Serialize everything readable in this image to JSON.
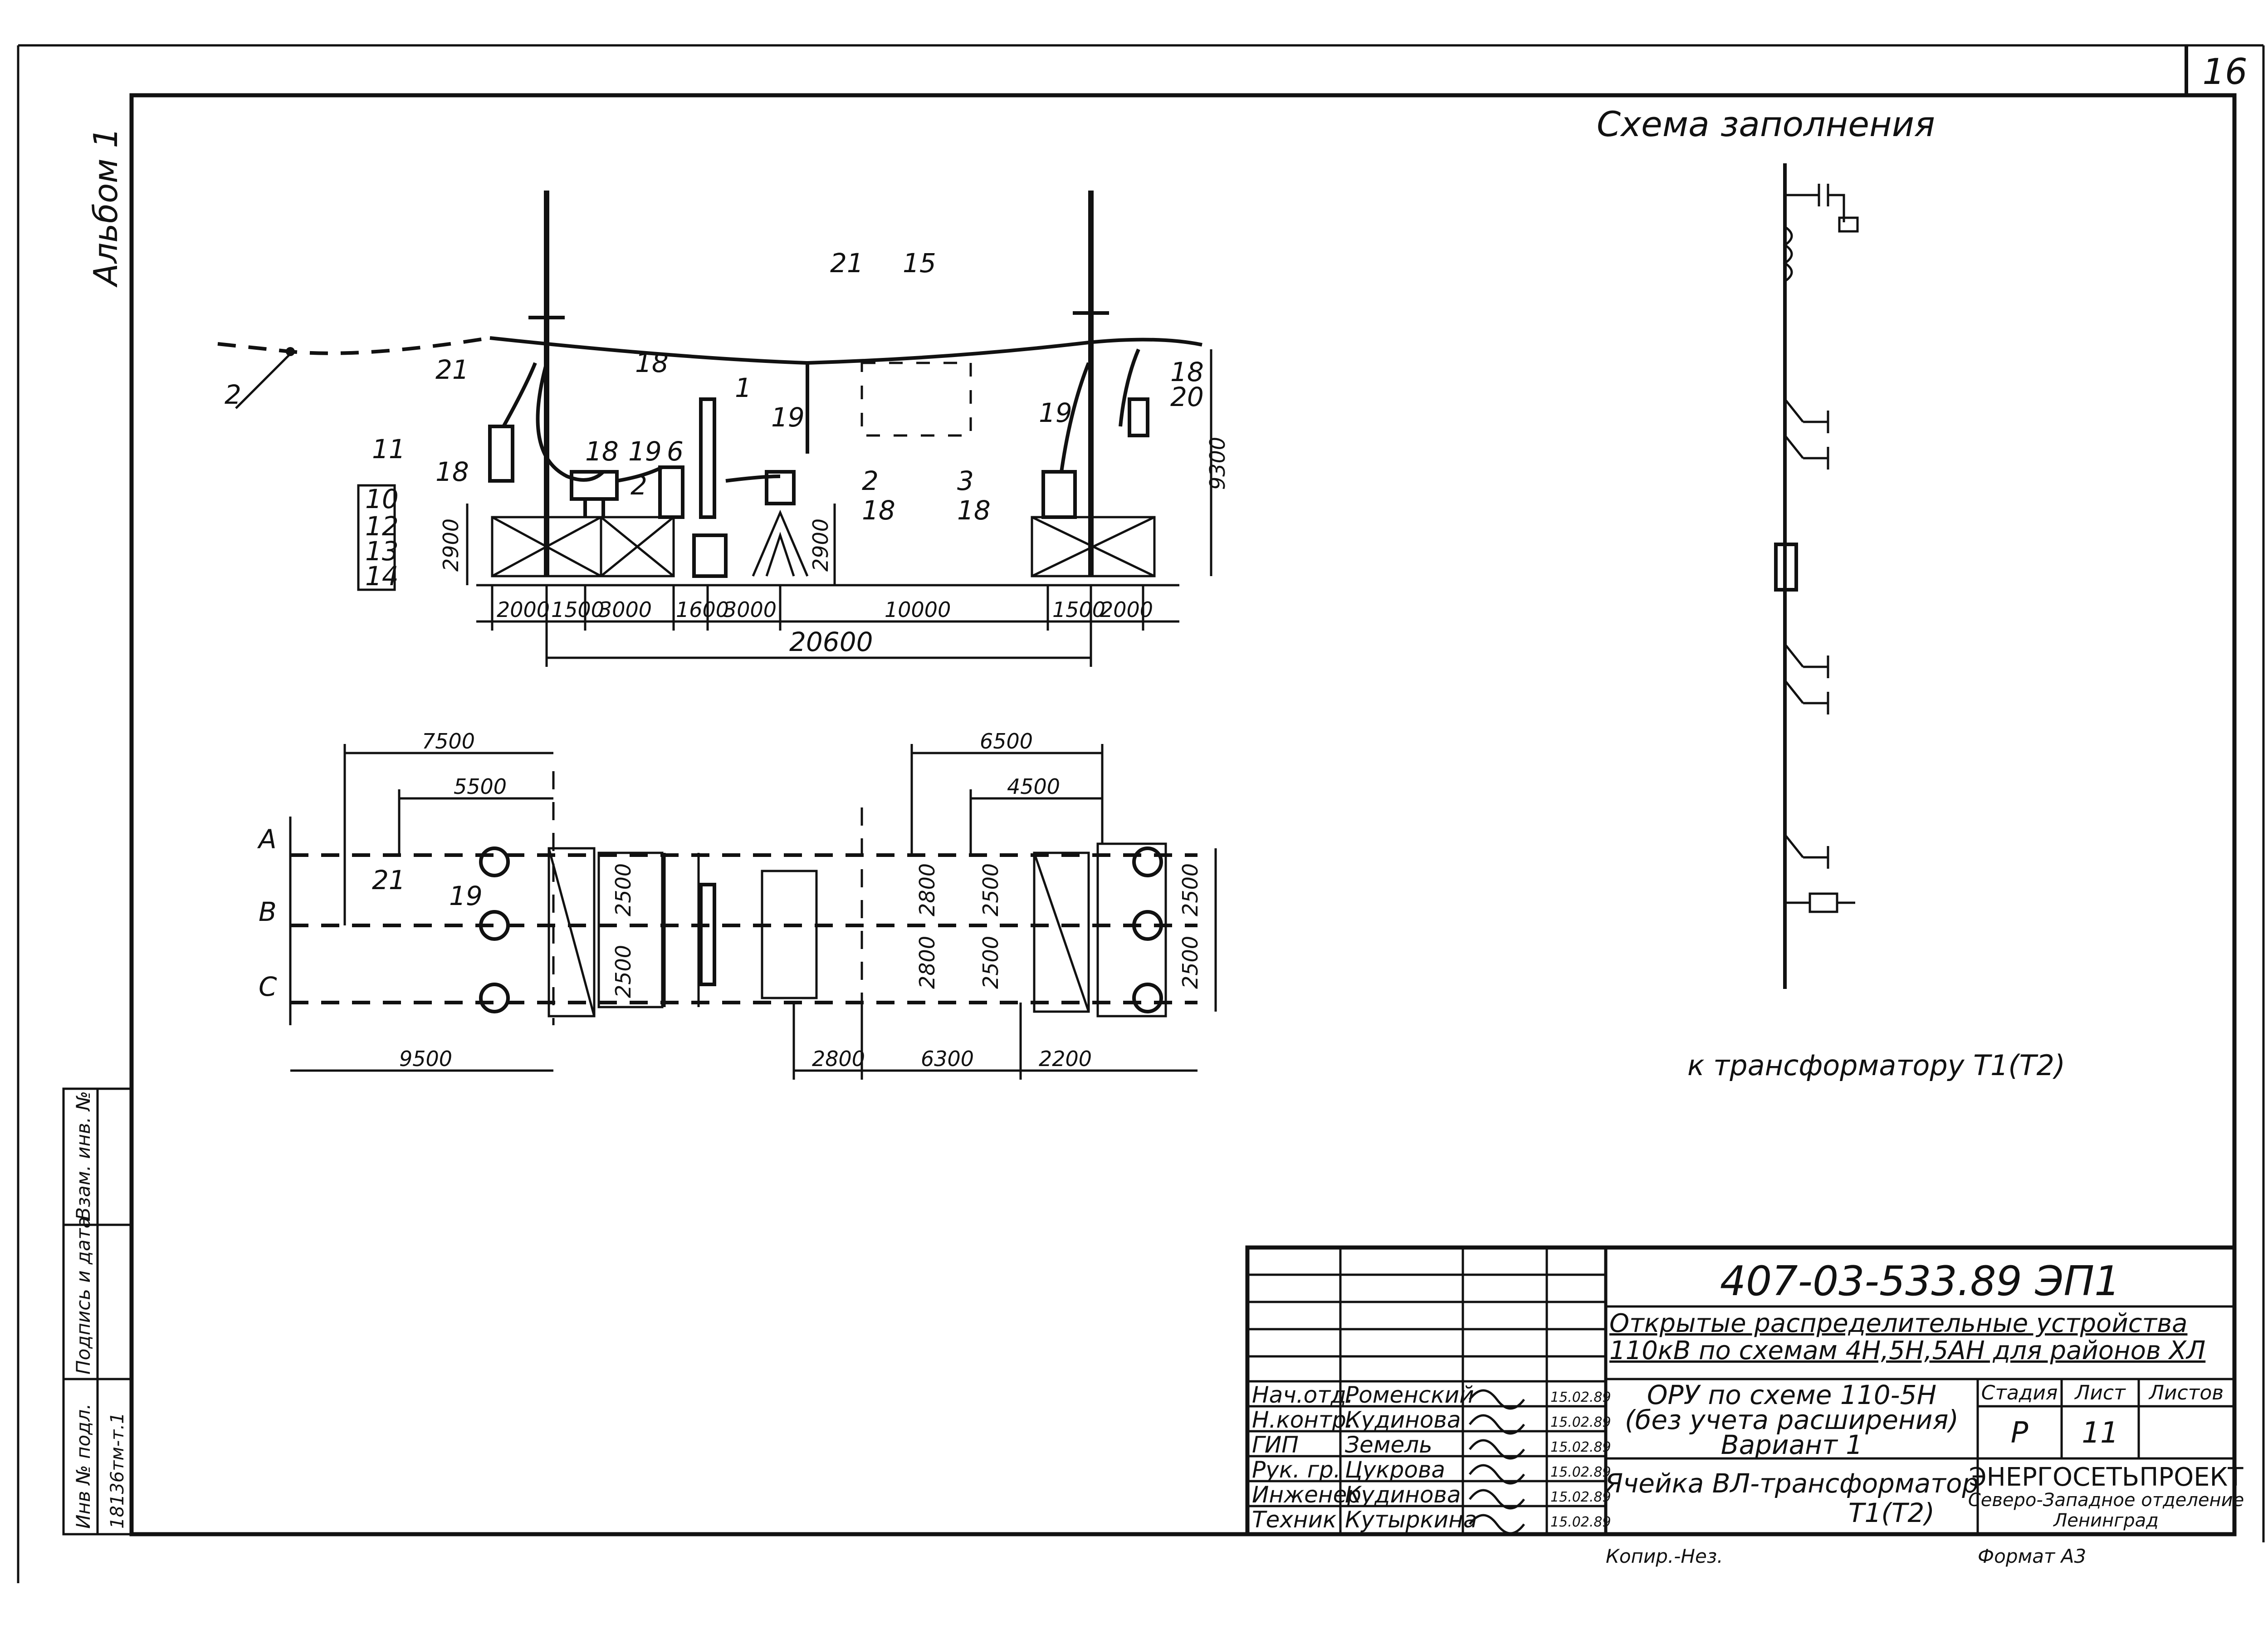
{
  "sheet": {
    "page_number": "16",
    "album_label": "Альбом 1",
    "scheme_title": "Схема заполнения",
    "scheme_footer": "к трансформатору Т1(Т2)",
    "side_labels": [
      "Инв № подл.",
      "Подпись и дата",
      "Взам. инв. №"
    ],
    "inventory_number": "18136тм-т.1",
    "copy_note": "Копир.-Нез.",
    "format_note": "Формат А3"
  },
  "elevation": {
    "callouts": [
      "2",
      "21",
      "11",
      "18",
      "10",
      "12",
      "13",
      "14",
      "18",
      "19",
      "2",
      "18",
      "6",
      "1",
      "19",
      "21",
      "15",
      "2",
      "18",
      "3",
      "18",
      "19",
      "18",
      "20"
    ],
    "dims_bottom": [
      "2000",
      "1500",
      "3000",
      "1600",
      "3000",
      "10000",
      "1500",
      "2000"
    ],
    "total_dim": "20600",
    "dims_vertical": [
      "2900",
      "2900",
      "9300"
    ]
  },
  "plan": {
    "phases": [
      "А",
      "В",
      "С"
    ],
    "dims_top": [
      "7500",
      "5500",
      "6500",
      "4500"
    ],
    "dims_bottom": [
      "9500",
      "2800",
      "6300",
      "2200"
    ],
    "dims_vertical": [
      "2500",
      "2500",
      "2800",
      "2800",
      "2500",
      "2500",
      "2500",
      "2500"
    ],
    "callouts": [
      "21",
      "19"
    ]
  },
  "title_block": {
    "doc_code": "407-03-533.89 ЭП1",
    "project_title": "Открытые распределительные устройства 110кВ по схемам 4Н,5Н,5АН для районов ХЛ",
    "sheet_title_line1": "ОРУ по схеме 110-5Н",
    "sheet_title_line2": "(без учета расширения)",
    "sheet_title_line3": "Вариант 1",
    "drawing_name_line1": "Ячейка ВЛ-трансформатор",
    "drawing_name_line2": "Т1(Т2)",
    "stage_header": "Стадия",
    "sheet_header": "Лист",
    "sheets_header": "Листов",
    "stage_value": "Р",
    "sheet_value": "11",
    "sheets_value": "",
    "org_line1": "ЭНЕРГОСЕТЬПРОЕКТ",
    "org_line2": "Северо-Западное отделение",
    "org_line3": "Ленинград",
    "signatures": [
      {
        "role": "Нач.отд.",
        "name": "Роменский",
        "date": "15.02.89"
      },
      {
        "role": "Н.контр.",
        "name": "Кудинова",
        "date": "15.02.89"
      },
      {
        "role": "ГИП",
        "name": "Земель",
        "date": "15.02.89"
      },
      {
        "role": "Рук. гр.",
        "name": "Цукрова",
        "date": "15.02.89"
      },
      {
        "role": "Инженер",
        "name": "Кудинова",
        "date": "15.02.89"
      },
      {
        "role": "Техник",
        "name": "Кутыркина",
        "date": "15.02.89"
      }
    ]
  }
}
